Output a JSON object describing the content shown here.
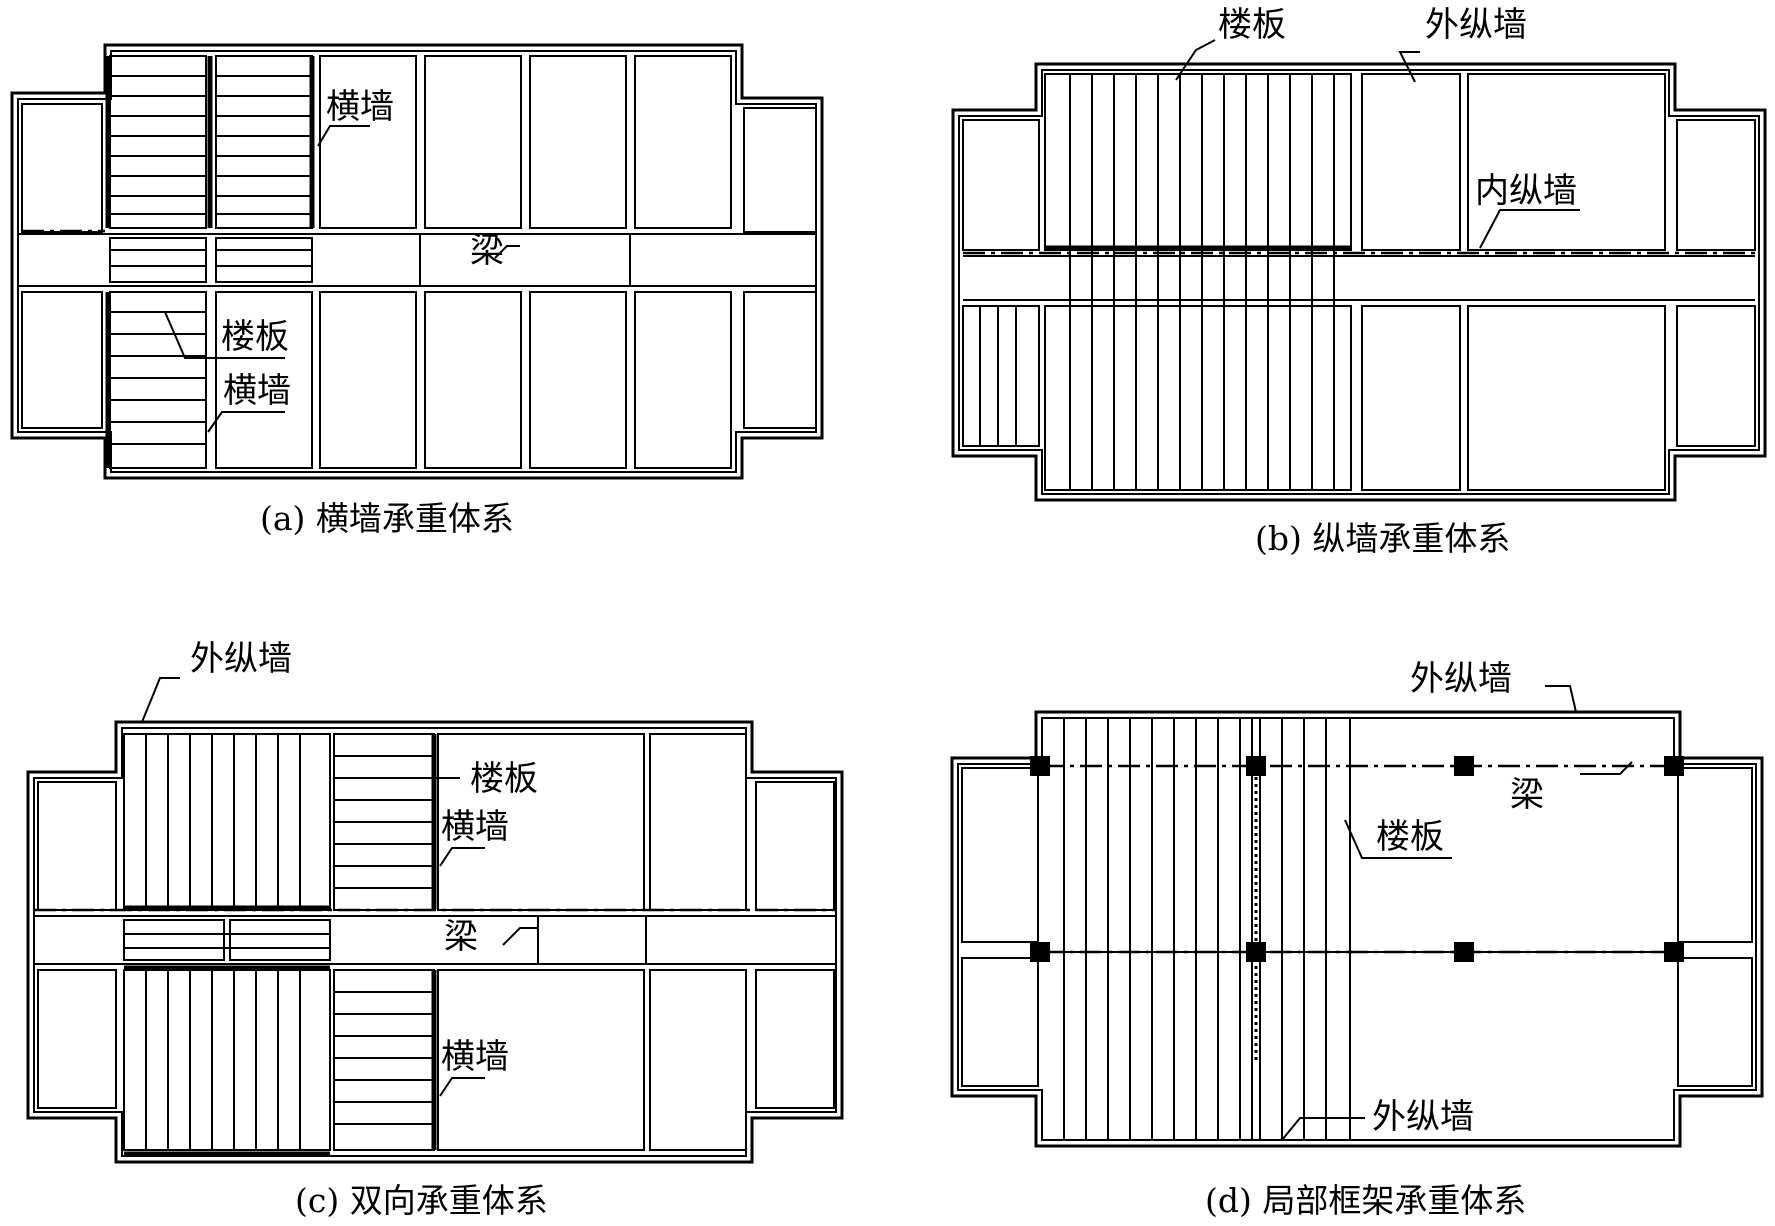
{
  "diagrams": [
    {
      "caption": "(a) 横墙承重体系",
      "labels": {
        "cross_wall_top": "横墙",
        "beam": "梁",
        "floor_slab": "楼板",
        "cross_wall_bottom": "横墙"
      }
    },
    {
      "caption": "(b) 纵墙承重体系",
      "labels": {
        "floor_slab": "楼板",
        "outer_longitudinal_wall": "外纵墙",
        "inner_longitudinal_wall": "内纵墙"
      }
    },
    {
      "caption": "(c) 双向承重体系",
      "labels": {
        "outer_longitudinal_wall": "外纵墙",
        "floor_slab": "楼板",
        "cross_wall_top": "横墙",
        "beam": "梁",
        "cross_wall_bottom": "横墙"
      }
    },
    {
      "caption": "(d) 局部框架承重体系",
      "labels": {
        "outer_longitudinal_wall_top": "外纵墙",
        "beam": "梁",
        "floor_slab": "楼板",
        "outer_longitudinal_wall_bottom": "外纵墙"
      }
    }
  ]
}
